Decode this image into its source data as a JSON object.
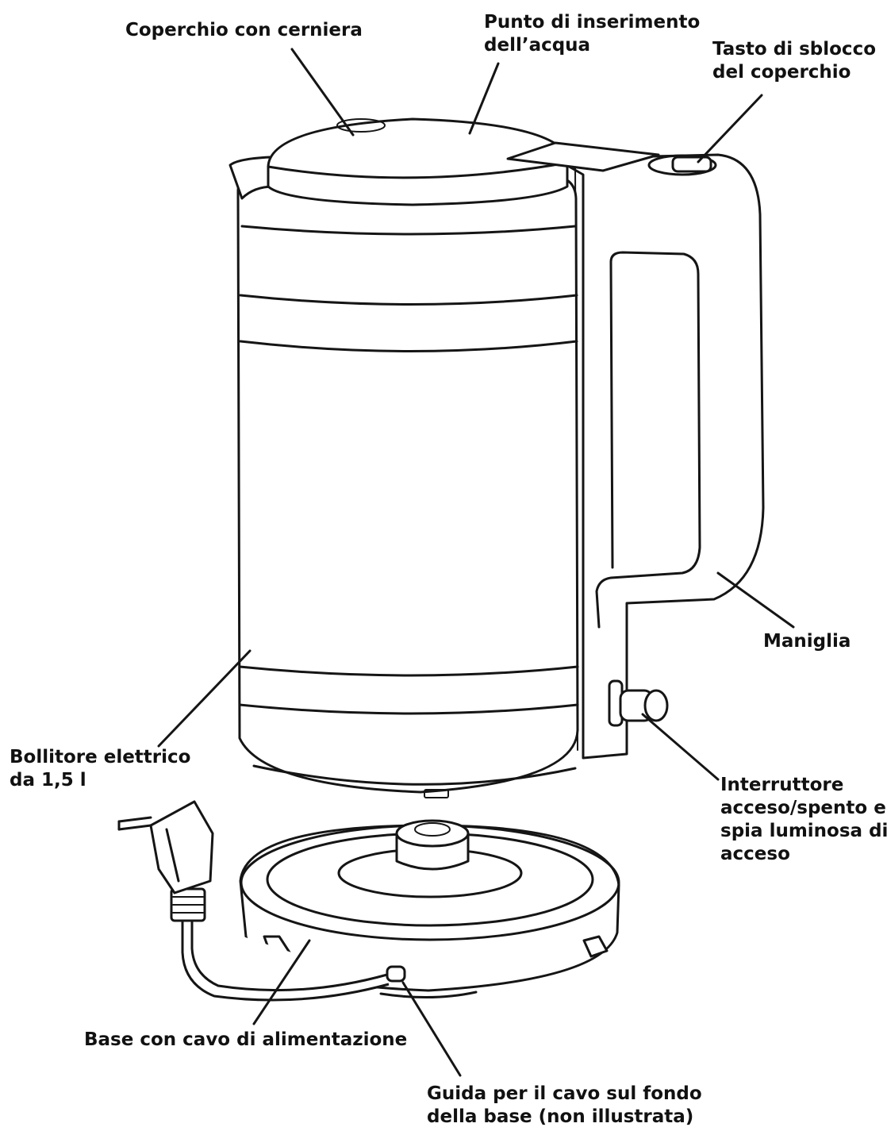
{
  "colors": {
    "line": "#151515",
    "text": "#111111",
    "background": "#ffffff"
  },
  "labels": {
    "hinged_lid": {
      "lines": [
        "Coperchio con cerniera"
      ]
    },
    "water_fill": {
      "lines": [
        "Punto di inserimento",
        "dell’acqua"
      ]
    },
    "lid_release": {
      "lines": [
        "Tasto di sblocco",
        "del coperchio"
      ]
    },
    "handle": {
      "lines": [
        "Maniglia"
      ]
    },
    "kettle": {
      "lines": [
        "Bollitore elettrico",
        "da 1,5 l"
      ]
    },
    "switch": {
      "lines": [
        "Interruttore",
        "acceso/spento e",
        "spia luminosa di",
        "acceso"
      ]
    },
    "base": {
      "lines": [
        "Base con cavo di alimentazione"
      ]
    },
    "cord_guide": {
      "lines": [
        "Guida per il cavo sul fondo",
        "della base (non illustrata)"
      ]
    }
  }
}
